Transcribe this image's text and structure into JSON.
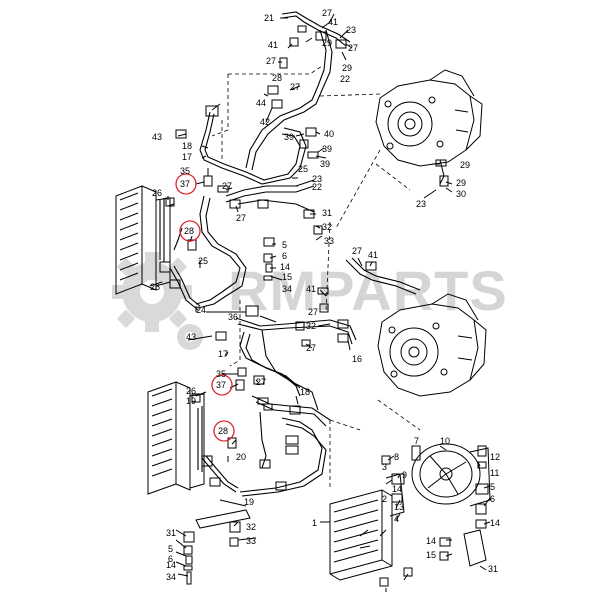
{
  "watermark": {
    "text": "RMPARTS",
    "gear_icon": "gear-icon"
  },
  "highlight_color": "#e0242a",
  "callouts": {
    "n21": "21",
    "n27a": "27",
    "n41a": "41",
    "n23a": "23",
    "n29a": "29",
    "n27b": "27",
    "n41b": "41",
    "n29b": "29",
    "n27c": "27",
    "n22a": "22",
    "n28a": "28",
    "n27d": "27",
    "n44": "44",
    "n40": "40",
    "n43a": "43",
    "n42": "42",
    "n39a": "39",
    "n18a": "18",
    "n17a": "17",
    "n39b": "39",
    "n39c": "39",
    "n25a": "25",
    "n35a": "35",
    "n23b": "23",
    "n37a": "37",
    "n27e": "27",
    "n22b": "22",
    "n26a": "26",
    "n29c": "29",
    "n29d": "29",
    "n30": "30",
    "n23c": "23",
    "n27f": "27",
    "n31a": "31",
    "n32a": "32",
    "n33a": "33",
    "n28b": "28",
    "n5a": "5",
    "n6a": "6",
    "n14a": "14",
    "n15a": "15",
    "n34a": "34",
    "n25b": "25",
    "n26b": "26",
    "n27g": "27",
    "n41c": "41",
    "n41d": "41",
    "n24": "24",
    "n36": "36",
    "n27h": "27",
    "n32b": "32",
    "n43b": "43",
    "n17b": "17",
    "n27i": "27",
    "n16": "16",
    "n35b": "35",
    "n37b": "37",
    "n27j": "27",
    "n18b": "18",
    "n26c": "26",
    "n19a": "19",
    "n28c": "28",
    "n20": "20",
    "n7": "7",
    "n10": "10",
    "n8": "8",
    "n9": "9",
    "n12": "12",
    "n11": "11",
    "n1": "1",
    "n19b": "19",
    "n31b": "31",
    "n32c": "32",
    "n3": "3",
    "n14b": "14",
    "n2": "2",
    "n5b": "5",
    "n6b": "6",
    "n33b": "33",
    "n14c": "14",
    "n4": "4",
    "n13": "13",
    "n14d": "14",
    "n15b": "15",
    "n31c": "31",
    "n5c": "5",
    "n6c": "6",
    "n14e": "14",
    "n34b": "34"
  }
}
